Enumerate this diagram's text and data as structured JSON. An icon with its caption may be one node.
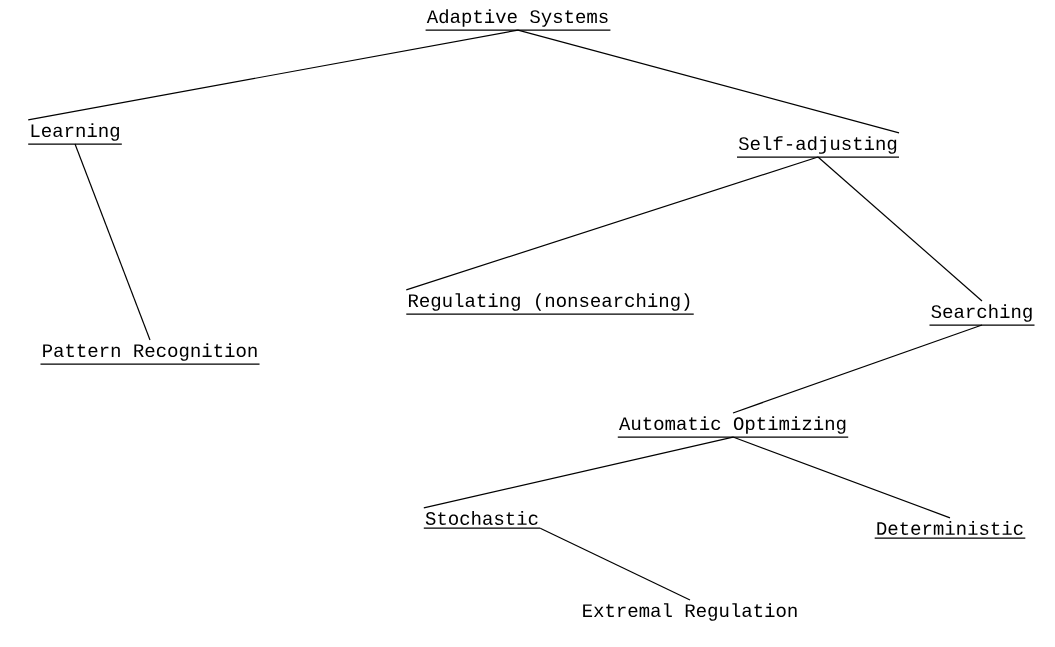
{
  "diagram": {
    "nodes": [
      {
        "text": [
          "Adaptive Systems"
        ]
      },
      {
        "text": [
          "Learning"
        ]
      },
      {
        "text": [
          "Self-adjusting"
        ]
      },
      {
        "text": [
          "Pattern Recognition"
        ]
      },
      {
        "text": [
          "Regulating (nonsearching)"
        ]
      },
      {
        "text": [
          "Searching"
        ]
      },
      {
        "text": [
          "Automatic Optimizing"
        ]
      },
      {
        "text": [
          "Stochastic"
        ]
      },
      {
        "text": [
          "Deterministic"
        ]
      },
      {
        "text": [
          "Extremal Regulation"
        ]
      }
    ],
    "edges": [
      {
        "from": 0,
        "to": 1,
        "arrow": "none"
      },
      {
        "from": 0,
        "to": 2,
        "arrow": "none"
      },
      {
        "from": 1,
        "to": 3,
        "arrow": "none"
      },
      {
        "from": 2,
        "to": 4,
        "arrow": "none"
      },
      {
        "from": 2,
        "to": 5,
        "arrow": "none"
      },
      {
        "from": 5,
        "to": 6,
        "arrow": "none"
      },
      {
        "from": 6,
        "to": 7,
        "arrow": "none"
      },
      {
        "from": 6,
        "to": 8,
        "arrow": "none"
      },
      {
        "from": 7,
        "to": 9,
        "arrow": "none"
      }
    ]
  }
}
